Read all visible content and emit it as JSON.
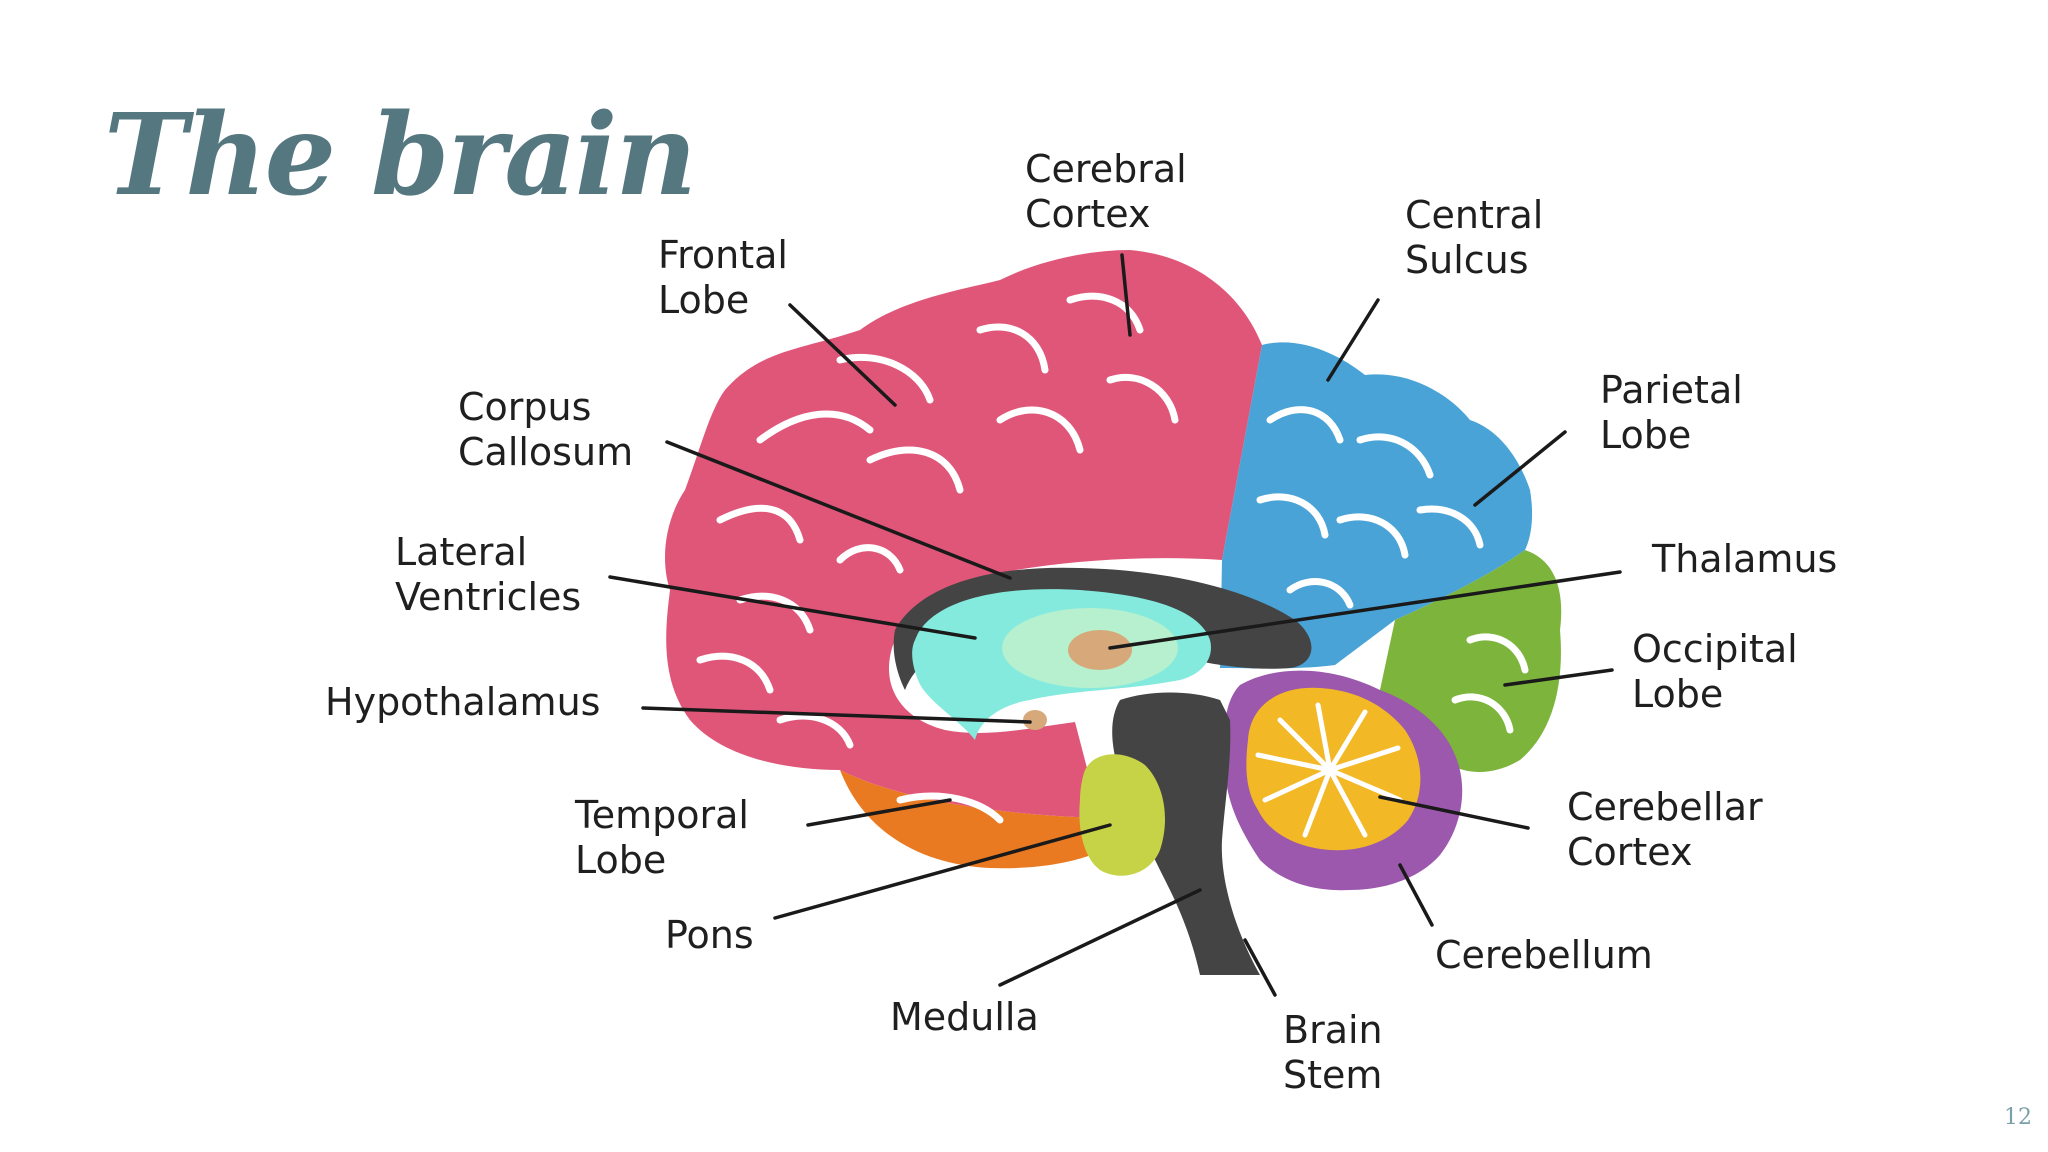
{
  "slide": {
    "title": "The brain",
    "page_number": "12"
  },
  "colors": {
    "title": "#557780",
    "page_number": "#7aa0a8",
    "frontal": "#e05679",
    "parietal": "#4aa3d6",
    "occipital": "#7cb43c",
    "temporal": "#ea7a22",
    "cerebellum": "#9b58ad",
    "cerebellar_cortex": "#f2b826",
    "core": "#444444",
    "ventricle": "#83eadd",
    "thalamus": "#b6f0cf",
    "thalamus_core": "#d6a87a",
    "pons": "#c6d347"
  },
  "labels": {
    "cerebral_cortex": [
      "Cerebral",
      "Cortex"
    ],
    "central_sulcus": [
      "Central",
      "Sulcus"
    ],
    "frontal_lobe": [
      "Frontal",
      "Lobe"
    ],
    "parietal_lobe": [
      "Parietal",
      "Lobe"
    ],
    "corpus_callosum": [
      "Corpus",
      "Callosum"
    ],
    "thalamus": [
      "Thalamus"
    ],
    "lateral_ventricles": [
      "Lateral",
      "Ventricles"
    ],
    "occipital_lobe": [
      "Occipital",
      "Lobe"
    ],
    "hypothalamus": [
      "Hypothalamus"
    ],
    "temporal_lobe": [
      "Temporal",
      "Lobe"
    ],
    "cerebellar_cortex": [
      "Cerebellar",
      "Cortex"
    ],
    "pons": [
      "Pons"
    ],
    "cerebellum": [
      "Cerebellum"
    ],
    "medulla": [
      "Medulla"
    ],
    "brain_stem": [
      "Brain",
      "Stem"
    ]
  }
}
